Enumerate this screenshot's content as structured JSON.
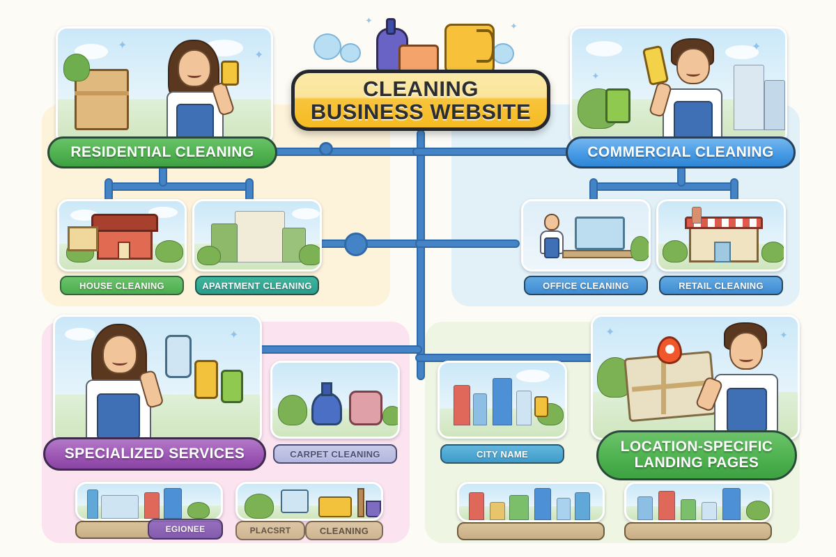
{
  "diagram": {
    "type": "sitemap-mindmap",
    "title": "CLEANING BUSINESS WEBSITE",
    "background_color": "#fcfbf6"
  },
  "root": {
    "label": "CLEANING BUSINESS WEBSITE",
    "color": "#f7c43c"
  },
  "branches": [
    {
      "id": "residential",
      "label": "RESIDENTIAL CLEANING",
      "color": "#4fb24f",
      "panel_color": "#fdf3da",
      "children": [
        {
          "id": "house",
          "label": "HOUSE CLEANING",
          "color": "#4cae4e"
        },
        {
          "id": "apartment",
          "label": "APARTMENT CLEANING",
          "color": "#2a9e8c"
        }
      ]
    },
    {
      "id": "commercial",
      "label": "COMMERCIAL CLEANING",
      "color": "#2f86d6",
      "panel_color": "#e2f1f8",
      "children": [
        {
          "id": "office",
          "label": "OFFICE CLEANING",
          "color": "#3d8bd2"
        },
        {
          "id": "retail",
          "label": "RETAIL CLEANING",
          "color": "#3d8bd2"
        }
      ]
    },
    {
      "id": "specialized",
      "label": "SPECIALIZED SERVICES",
      "color": "#9d58b5",
      "panel_color": "#fbe3ef",
      "children": [
        {
          "id": "carpet",
          "label": "CARPET CLEANING",
          "color": "#b3b6de"
        },
        {
          "id": "garbled-1",
          "label": "EGIONEE",
          "color": "#7a4fb3"
        },
        {
          "id": "garbled-2a",
          "label": "PLACSRT",
          "color": "#c9ae85"
        },
        {
          "id": "garbled-2b",
          "label": "CLEANING",
          "color": "#c9ae85"
        }
      ]
    },
    {
      "id": "location",
      "label": "LOCATION-SPECIFIC LANDING PAGES",
      "label_line1": "LOCATION-SPECIFIC",
      "label_line2": "LANDING PAGES",
      "color": "#3ea142",
      "panel_color": "#eef5e3",
      "children": [
        {
          "id": "city",
          "label": "CITY NAME",
          "color": "#3e9ccb"
        },
        {
          "id": "city-card-1",
          "label": "",
          "color": "#c9ae85"
        },
        {
          "id": "city-card-2",
          "label": "",
          "color": "#c9ae85"
        }
      ]
    }
  ],
  "connectors": {
    "color": "#4484c6",
    "outline_color": "#2f6aa6"
  },
  "illustrations": {
    "top_center": "cleaning-supplies-icon",
    "residential_person": "female-cleaner-icon",
    "commercial_person": "male-cleaner-icon",
    "specialized_person": "female-cleaner-supplies-icon",
    "location_person": "male-worker-map-icon",
    "house_card": "house-illustration",
    "apartment_card": "apartment-building-illustration",
    "office_card": "office-interior-illustration",
    "retail_card": "retail-storefront-illustration",
    "carpet_card": "carpet-cleaning-supplies-illustration",
    "city_card": "city-skyline-illustration",
    "map_pin": "map-pin-icon"
  }
}
